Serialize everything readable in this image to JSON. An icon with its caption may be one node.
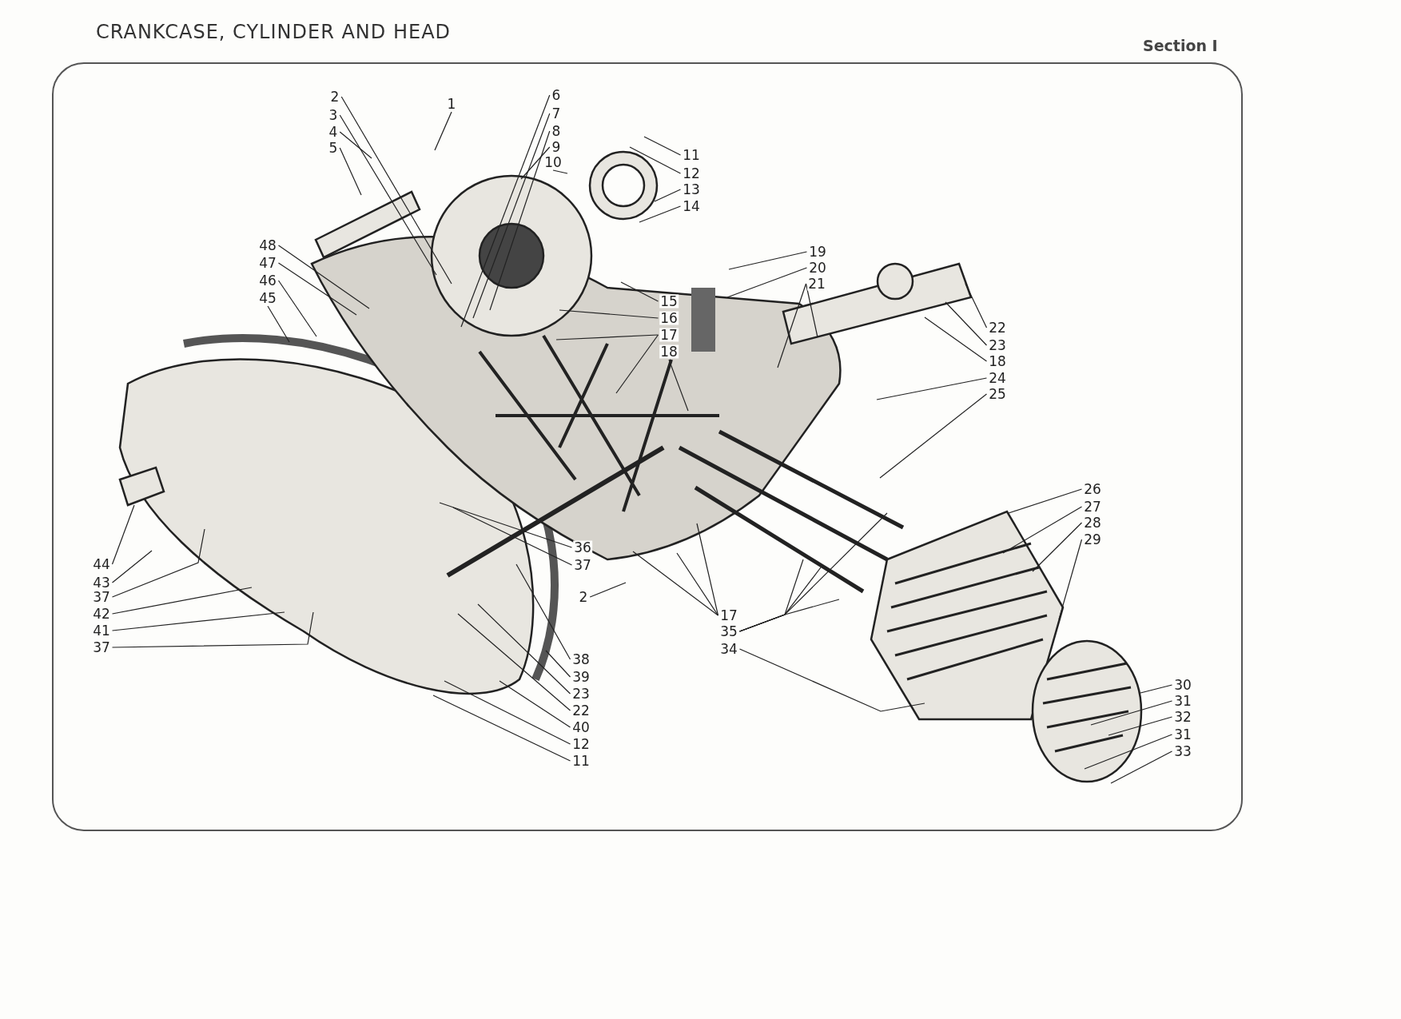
{
  "diagram": {
    "title": "CRANKCASE, CYLINDER AND HEAD",
    "nodes": [
      {
        "text": [
          "2"
        ]
      },
      {
        "text": [
          "3"
        ]
      },
      {
        "text": [
          "4"
        ]
      },
      {
        "text": [
          "5"
        ]
      },
      {
        "text": [
          "1"
        ]
      },
      {
        "text": [
          "6"
        ]
      },
      {
        "text": [
          "7"
        ]
      },
      {
        "text": [
          "8"
        ]
      },
      {
        "text": [
          "9"
        ]
      },
      {
        "text": [
          "10"
        ]
      },
      {
        "text": [
          "11"
        ]
      },
      {
        "text": [
          "12"
        ]
      },
      {
        "text": [
          "13"
        ]
      },
      {
        "text": [
          "14"
        ]
      },
      {
        "text": [
          "48"
        ]
      },
      {
        "text": [
          "47"
        ]
      },
      {
        "text": [
          "46"
        ]
      },
      {
        "text": [
          "45"
        ]
      },
      {
        "text": [
          "15"
        ]
      },
      {
        "text": [
          "16"
        ]
      },
      {
        "text": [
          "17"
        ]
      },
      {
        "text": [
          "18"
        ]
      },
      {
        "text": [
          "19"
        ]
      },
      {
        "text": [
          "20"
        ]
      },
      {
        "text": [
          "21"
        ]
      },
      {
        "text": [
          "22"
        ]
      },
      {
        "text": [
          "23"
        ]
      },
      {
        "text": [
          "18"
        ]
      },
      {
        "text": [
          "24"
        ]
      },
      {
        "text": [
          "25"
        ]
      },
      {
        "text": [
          "26"
        ]
      },
      {
        "text": [
          "27"
        ]
      },
      {
        "text": [
          "28"
        ]
      },
      {
        "text": [
          "29"
        ]
      },
      {
        "text": [
          "44"
        ]
      },
      {
        "text": [
          "43"
        ]
      },
      {
        "text": [
          "37"
        ]
      },
      {
        "text": [
          "42"
        ]
      },
      {
        "text": [
          "41"
        ]
      },
      {
        "text": [
          "37"
        ]
      },
      {
        "text": [
          "36"
        ]
      },
      {
        "text": [
          "37"
        ]
      },
      {
        "text": [
          "2"
        ]
      },
      {
        "text": [
          "17"
        ]
      },
      {
        "text": [
          "35"
        ]
      },
      {
        "text": [
          "34"
        ]
      },
      {
        "text": [
          "38"
        ]
      },
      {
        "text": [
          "39"
        ]
      },
      {
        "text": [
          "23"
        ]
      },
      {
        "text": [
          "22"
        ]
      },
      {
        "text": [
          "40"
        ]
      },
      {
        "text": [
          "12"
        ]
      },
      {
        "text": [
          "11"
        ]
      },
      {
        "text": [
          "30"
        ]
      },
      {
        "text": [
          "31"
        ]
      },
      {
        "text": [
          "32"
        ]
      },
      {
        "text": [
          "31"
        ]
      },
      {
        "text": [
          "33"
        ]
      }
    ],
    "edges": [
      {
        "from": 0,
        "to": null,
        "arrow": "none"
      },
      {
        "from": 1,
        "to": null,
        "arrow": "none"
      },
      {
        "from": 2,
        "to": null,
        "arrow": "none"
      },
      {
        "from": 3,
        "to": null,
        "arrow": "none"
      },
      {
        "from": 4,
        "to": null,
        "arrow": "none"
      },
      {
        "from": 5,
        "to": null,
        "arrow": "none"
      },
      {
        "from": 6,
        "to": null,
        "arrow": "none"
      },
      {
        "from": 7,
        "to": null,
        "arrow": "none"
      },
      {
        "from": 8,
        "to": null,
        "arrow": "none"
      },
      {
        "from": 9,
        "to": null,
        "arrow": "none"
      },
      {
        "from": 10,
        "to": null,
        "arrow": "none"
      },
      {
        "from": 11,
        "to": null,
        "arrow": "none"
      },
      {
        "from": 12,
        "to": null,
        "arrow": "none"
      },
      {
        "from": 13,
        "to": null,
        "arrow": "none"
      },
      {
        "from": 14,
        "to": null,
        "arrow": "none"
      },
      {
        "from": 15,
        "to": null,
        "arrow": "none"
      },
      {
        "from": 16,
        "to": null,
        "arrow": "none"
      },
      {
        "from": 17,
        "to": null,
        "arrow": "none"
      },
      {
        "from": 18,
        "to": null,
        "arrow": "none"
      },
      {
        "from": 19,
        "to": null,
        "arrow": "none"
      },
      {
        "from": 20,
        "to": null,
        "arrow": "none"
      },
      {
        "from": 20,
        "to": null,
        "arrow": "none"
      },
      {
        "from": 21,
        "to": null,
        "arrow": "none"
      },
      {
        "from": 22,
        "to": null,
        "arrow": "none"
      },
      {
        "from": 23,
        "to": null,
        "arrow": "none"
      },
      {
        "from": 24,
        "to": null,
        "arrow": "none"
      },
      {
        "from": 24,
        "to": null,
        "arrow": "none"
      },
      {
        "from": 25,
        "to": null,
        "arrow": "none"
      },
      {
        "from": 26,
        "to": null,
        "arrow": "none"
      },
      {
        "from": 27,
        "to": null,
        "arrow": "none"
      },
      {
        "from": 28,
        "to": null,
        "arrow": "none"
      },
      {
        "from": 29,
        "to": null,
        "arrow": "none"
      },
      {
        "from": 30,
        "to": null,
        "arrow": "none"
      },
      {
        "from": 31,
        "to": null,
        "arrow": "none"
      },
      {
        "from": 32,
        "to": null,
        "arrow": "none"
      },
      {
        "from": 33,
        "to": null,
        "arrow": "none"
      },
      {
        "from": 34,
        "to": null,
        "arrow": "none"
      },
      {
        "from": 35,
        "to": null,
        "arrow": "none"
      },
      {
        "from": 36,
        "to": null,
        "arrow": "none"
      },
      {
        "from": 37,
        "to": null,
        "arrow": "none"
      },
      {
        "from": 38,
        "to": null,
        "arrow": "none"
      },
      {
        "from": 39,
        "to": null,
        "arrow": "none"
      },
      {
        "from": 40,
        "to": null,
        "arrow": "none"
      },
      {
        "from": 41,
        "to": null,
        "arrow": "none"
      },
      {
        "from": 42,
        "to": null,
        "arrow": "none"
      },
      {
        "from": 43,
        "to": null,
        "arrow": "none"
      },
      {
        "from": 43,
        "to": null,
        "arrow": "none"
      },
      {
        "from": 43,
        "to": null,
        "arrow": "none"
      },
      {
        "from": 44,
        "to": null,
        "arrow": "none"
      },
      {
        "from": 44,
        "to": null,
        "arrow": "none"
      },
      {
        "from": 44,
        "to": null,
        "arrow": "none"
      },
      {
        "from": 44,
        "to": null,
        "arrow": "none"
      },
      {
        "from": 45,
        "to": null,
        "arrow": "none"
      },
      {
        "from": 46,
        "to": null,
        "arrow": "none"
      },
      {
        "from": 47,
        "to": null,
        "arrow": "none"
      },
      {
        "from": 48,
        "to": null,
        "arrow": "none"
      },
      {
        "from": 49,
        "to": null,
        "arrow": "none"
      },
      {
        "from": 50,
        "to": null,
        "arrow": "none"
      },
      {
        "from": 51,
        "to": null,
        "arrow": "none"
      },
      {
        "from": 52,
        "to": null,
        "arrow": "none"
      },
      {
        "from": 53,
        "to": null,
        "arrow": "none"
      },
      {
        "from": 54,
        "to": null,
        "arrow": "none"
      },
      {
        "from": 55,
        "to": null,
        "arrow": "none"
      },
      {
        "from": 56,
        "to": null,
        "arrow": "none"
      },
      {
        "from": 57,
        "to": null,
        "arrow": "none"
      }
    ],
    "labels": [
      "Section I"
    ]
  }
}
